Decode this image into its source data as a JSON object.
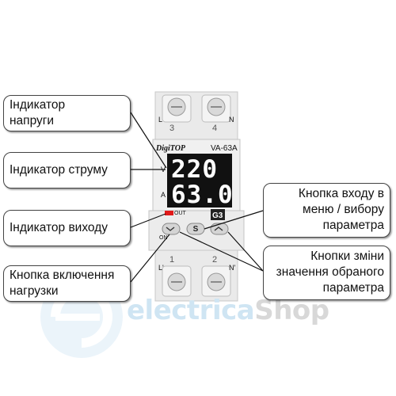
{
  "callouts": {
    "voltage": "Індикатор\nнапруги",
    "current": "Індикатор струму",
    "output": "Індикатор виходу",
    "load": "Кнопка включення\nнагрузки",
    "menu": "Кнопка входу в\nменю / вибору\nпараметра",
    "change": "Кнопки зміни\nзначення обраного\nпараметра"
  },
  "device": {
    "brand": "DigiTOP",
    "model": "VA-63A",
    "voltage_reading": "220",
    "current_reading": "63.0",
    "unit_v": "V",
    "unit_a": "A",
    "out_label": "OUT",
    "on_label": "ON",
    "button_s": "S",
    "terminal_top_left": "3",
    "terminal_top_right": "4",
    "terminal_bottom_left": "1",
    "terminal_bottom_right": "2",
    "label_L_top": "L",
    "label_N_top": "N",
    "label_L_bottom": "L'",
    "label_N_bottom": "N'"
  },
  "watermark": {
    "main": "electrica",
    "shop": "Shop"
  },
  "colors": {
    "display_bg": "#111111",
    "out_led": "#e11a1a",
    "device_body": "#eeeeee",
    "watermark_blue": "#cfe5f3"
  }
}
